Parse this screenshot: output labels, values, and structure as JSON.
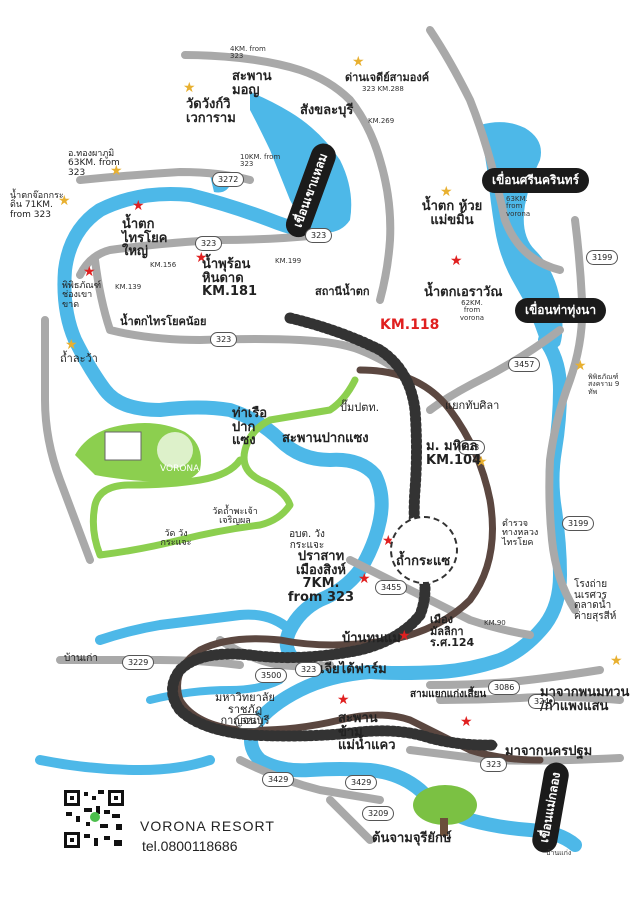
{
  "colors": {
    "water": "#4db8e8",
    "road": "#a9a9a9",
    "brown": "#5b4740",
    "green": "#8ccf4f",
    "rail": "#333333",
    "star": "#e8b030",
    "red_star": "#e02020"
  },
  "places": {
    "bridge_mon": "สะพานมอญ",
    "wat_wang": "วัดวังก์วิเวการาม",
    "sangkhla": "สังขละบุรี",
    "three_pagoda": "ด่านเจดีย์สามองค์",
    "three_pagoda_km": "323 KM.288",
    "km_4": "4KM. from 323",
    "km_10": "10KM. from 323",
    "km269": "KM.269",
    "thong_pha_phum": "อ.ทองผาภูมิ 63KM. from 323",
    "jokkradin": "น้ำตกจ๊อกกระดิ่น 71KM. from 323",
    "sai_yok_yai": "น้ำตก ไทรโยคใหญ่",
    "hot_spring": "น้ำพุร้อน หินดาด KM.181",
    "km156": "KM.156",
    "km199": "KM.199",
    "km139": "KM.139",
    "museum_sai_yok": "พิพิธภัณฑ์ ช่องเขาขาด",
    "sai_yok_noi": "น้ำตกไทรโยคน้อย",
    "tham_lawa": "ถ้ำละว้า",
    "station": "สถานีน้ำตก",
    "km118": "KM.118",
    "huay_mae": "น้ำตก ห้วยแม่ขมิ้น",
    "km63": "63KM. from vorona",
    "erawan": "น้ำตกเอราวัณ",
    "km62": "62KM. from vorona",
    "tha_ruea": "ท่าเรือ ปากแซง",
    "bridge_pak": "สะพานปากแซง",
    "pluak": "ปั๊มปตท.",
    "kaeng": "แยกทับศิลา",
    "mu_hill": "ม. มหิดล KM.104",
    "wat_kaeng": "วัดถ้ำพะเจ้า เจริญผล",
    "wat_vang": "วัด วังกระแจะ",
    "vorona": "VORONA",
    "district": "อบต. วังกระแจะ",
    "prasat": "ปราสาท เมืองสิงห์ 7KM. from 323",
    "tham_krasae": "ถ้ำกระแซ",
    "muang": "เมืองมัลลิกา ร.ศ.124",
    "ban_kao": "บ้านเก่า",
    "km90": "KM.90",
    "ban_na": "บ้านทนแม",
    "jay": "เจียไต้ฟาร์ม",
    "uni": "มหาวิทยาลัยราชภัฏ กาญจนบุรี",
    "sam_yaek": "สามแยกแก่งเสี้ยน",
    "bridge_kwai": "สะพานข้าม แม่น้ำแคว",
    "from_phanom": "มาจากพนมทวน /กำแพงแสน",
    "from_nakhon": "มาจากนครปฐม",
    "ton_jamjuri": "ต้นจามจุรียักษ์",
    "naresuan": "โรงถ่าย นเรศวร ตลาดน้ำ ค่ายสุรสีห์",
    "museum9": "พิพิธภัณฑ์ สงคราม 9 ทัพ",
    "chalerm": "ตำรวจ ทางหลวง ไทรโยค",
    "ban_kaeng": "บ้านแก่ง"
  },
  "dams": {
    "khao_laem": "เขื่อนเขาแหลม",
    "srinagarind": "เขื่อนศรีนครินทร์",
    "tha_thung": "เขื่อนท่าทุ่งนา",
    "mae_klong": "เขื่อนแม่กลอง"
  },
  "routes": {
    "r323a": "323",
    "r3272": "3272",
    "r323b": "323",
    "r323c": "323",
    "r3457": "3457",
    "r3199a": "3199",
    "r323d": "323",
    "r3455": "3455",
    "r3199b": "3199",
    "r3229": "3229",
    "r3500": "3500",
    "r323e": "323",
    "r3086": "3086",
    "r324": "324",
    "r323f": "323",
    "r323g": "323",
    "r3429a": "3429",
    "r3429b": "3429",
    "r3209": "3209"
  },
  "footer": {
    "brand": "VORONA RESORT",
    "phone": "tel.0800118686"
  }
}
